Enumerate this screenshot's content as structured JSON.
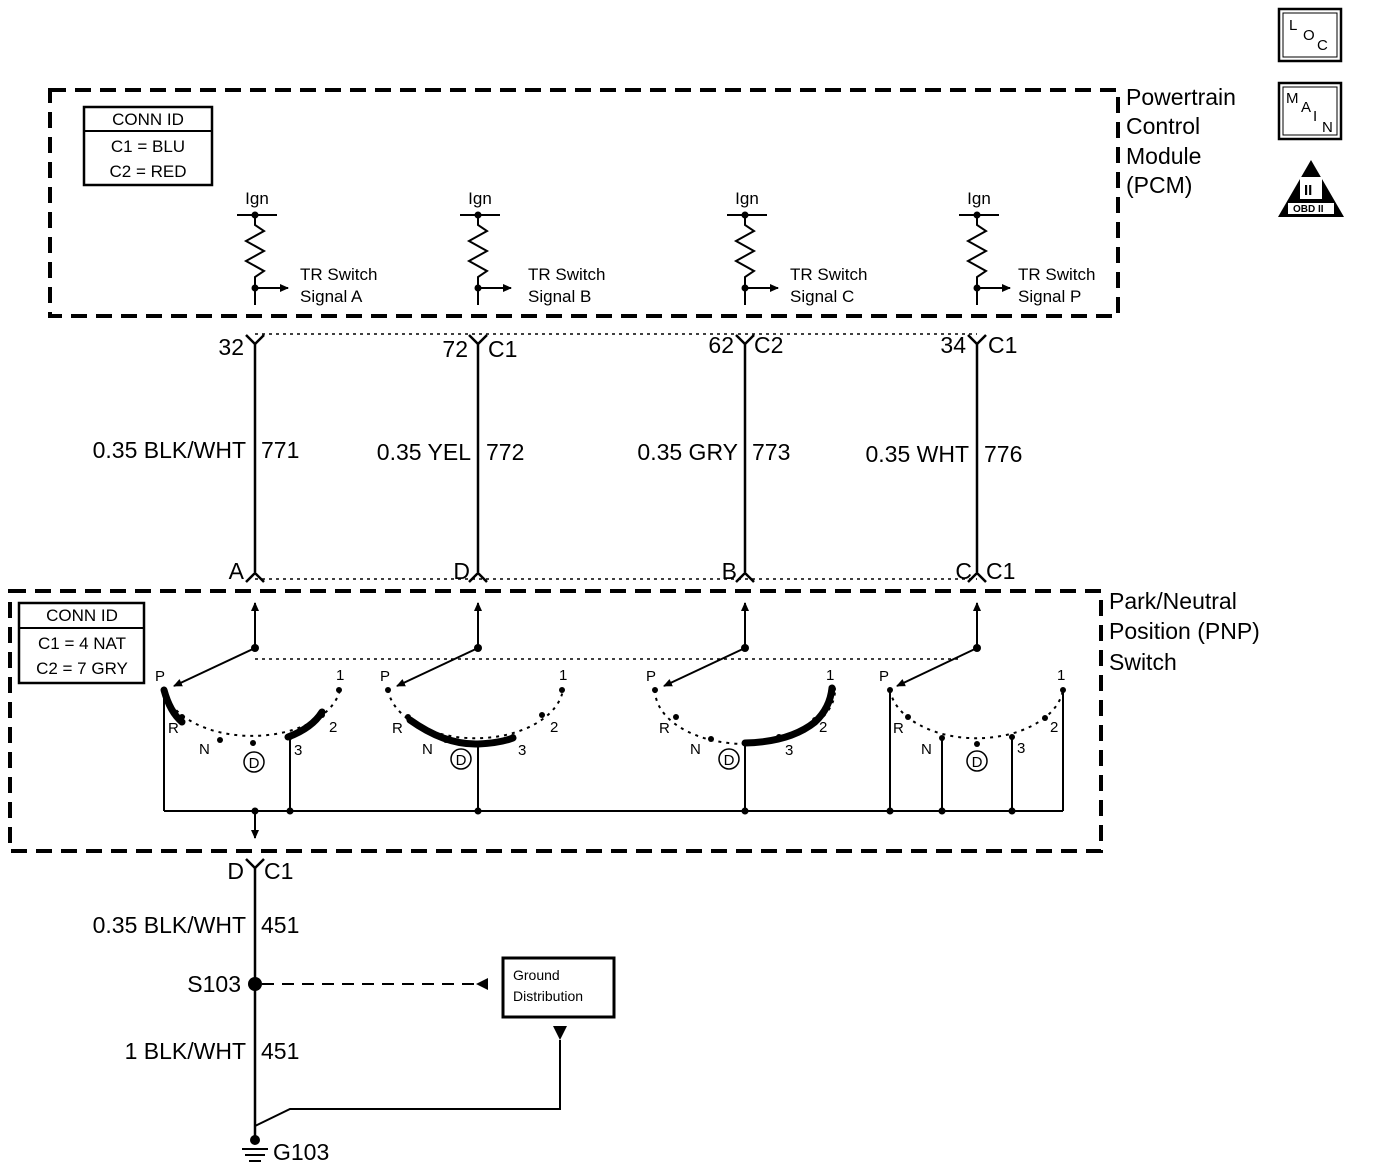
{
  "legend_icons": {
    "loc": [
      "L",
      "O",
      "C"
    ],
    "main": [
      "M",
      "A",
      "I",
      "N"
    ],
    "obd": {
      "numeral": "II",
      "label": "OBD II"
    }
  },
  "pcm": {
    "name_lines": [
      "Powertrain",
      "Control",
      "Module",
      "(PCM)"
    ]
  },
  "pcm_conn_id": {
    "header": "CONN ID",
    "rows": [
      "C1 = BLU",
      "C2 = RED"
    ]
  },
  "pnp": {
    "name_lines": [
      "Park/Neutral",
      "Position (PNP)",
      "Switch"
    ]
  },
  "pnp_conn_id": {
    "header": "CONN ID",
    "rows": [
      "C1 = 4 NAT",
      "C2 = 7 GRY"
    ]
  },
  "circuits": [
    {
      "ign": "Ign",
      "signal": [
        "TR Switch",
        "Signal A"
      ],
      "pcm_pin": "32",
      "pcm_conn": "",
      "wire": "0.35 BLK/WHT",
      "circuit": "771",
      "pnp_pin": "A",
      "pnp_conn": ""
    },
    {
      "ign": "Ign",
      "signal": [
        "TR Switch",
        "Signal B"
      ],
      "pcm_pin": "72",
      "pcm_conn": "C1",
      "wire": "0.35 YEL",
      "circuit": "772",
      "pnp_pin": "D",
      "pnp_conn": ""
    },
    {
      "ign": "Ign",
      "signal": [
        "TR Switch",
        "Signal C"
      ],
      "pcm_pin": "62",
      "pcm_conn": "C2",
      "wire": "0.35 GRY",
      "circuit": "773",
      "pnp_pin": "B",
      "pnp_conn": ""
    },
    {
      "ign": "Ign",
      "signal": [
        "TR Switch",
        "Signal P"
      ],
      "pcm_pin": "34",
      "pcm_conn": "C1",
      "wire": "0.35 WHT",
      "circuit": "776",
      "pnp_pin": "C",
      "pnp_conn": "C1"
    }
  ],
  "gear_positions": [
    "P",
    "R",
    "N",
    "D",
    "3",
    "2",
    "1"
  ],
  "ground": {
    "pnp_pin": "D",
    "pnp_conn": "C1",
    "wire1": "0.35 BLK/WHT",
    "circuit1": "451",
    "splice": "S103",
    "distribution": [
      "Ground",
      "Distribution"
    ],
    "wire2": "1 BLK/WHT",
    "circuit2": "451",
    "ground_label": "G103"
  }
}
